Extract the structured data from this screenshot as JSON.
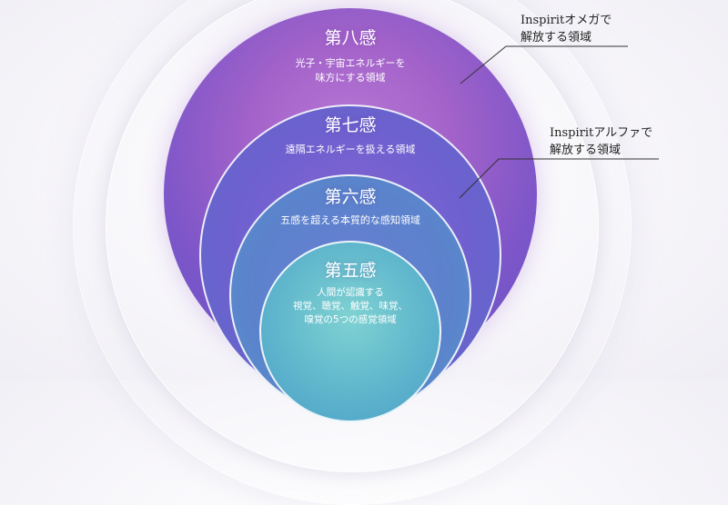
{
  "diagram": {
    "rings": [
      {
        "title": "第八感",
        "lines": [
          "光子・宇宙エネルギーを",
          "味方にする領域"
        ]
      },
      {
        "title": "第七感",
        "lines": [
          "遠隔エネルギーを扱える領域"
        ]
      },
      {
        "title": "第六感",
        "lines": [
          "五感を超える本質的な感知領域"
        ]
      },
      {
        "title": "第五感",
        "lines": [
          "人間が認識する",
          "視覚、聴覚、触覚、味覚、",
          "嗅覚の5つの感覚領域"
        ]
      }
    ],
    "annotations": [
      {
        "lines": [
          "Inspiritオメガで",
          "解放する領域"
        ]
      },
      {
        "lines": [
          "Inspiritアルファで",
          "解放する領域"
        ]
      }
    ]
  }
}
